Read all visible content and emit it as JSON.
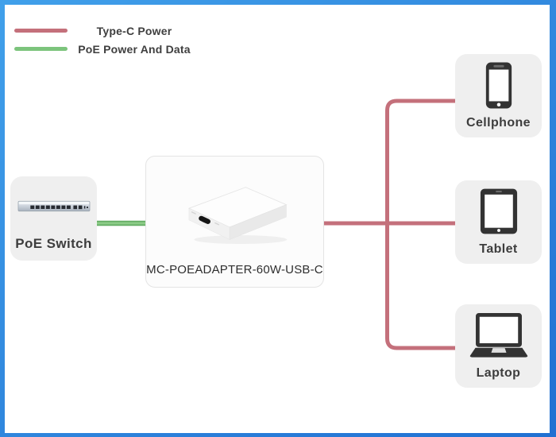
{
  "colors": {
    "border-blue-1": "#41a0ea",
    "border-blue-2": "#2070d2",
    "line-red": "#c4707b",
    "line-green-dark": "#63ad63",
    "line-green-light": "#8ccc87",
    "legend-red": "#c4707b",
    "legend-green": "#7cc47c",
    "card-gray": "#efefef",
    "card-white": "#fcfcfc",
    "icon-dark": "#333333"
  },
  "legend": {
    "items": [
      {
        "label": "Type-C Power",
        "color": "#c4707b"
      },
      {
        "label": "PoE Power And Data",
        "color": "#7cc47c"
      }
    ]
  },
  "diagram": {
    "source": {
      "label": "PoE Switch",
      "icon": "network-switch-icon"
    },
    "adapter": {
      "label": "MC-POEADAPTER-60W-USB-C",
      "icon": "poe-adapter-icon"
    },
    "devices": [
      {
        "label": "Cellphone",
        "icon": "cellphone-icon"
      },
      {
        "label": "Tablet",
        "icon": "tablet-icon"
      },
      {
        "label": "Laptop",
        "icon": "laptop-icon"
      }
    ],
    "connections": [
      {
        "from": "PoE Switch",
        "to": "MC-POEADAPTER-60W-USB-C",
        "type": "PoE Power And Data"
      },
      {
        "from": "MC-POEADAPTER-60W-USB-C",
        "to": "Cellphone",
        "type": "Type-C Power"
      },
      {
        "from": "MC-POEADAPTER-60W-USB-C",
        "to": "Tablet",
        "type": "Type-C Power"
      },
      {
        "from": "MC-POEADAPTER-60W-USB-C",
        "to": "Laptop",
        "type": "Type-C Power"
      }
    ]
  }
}
